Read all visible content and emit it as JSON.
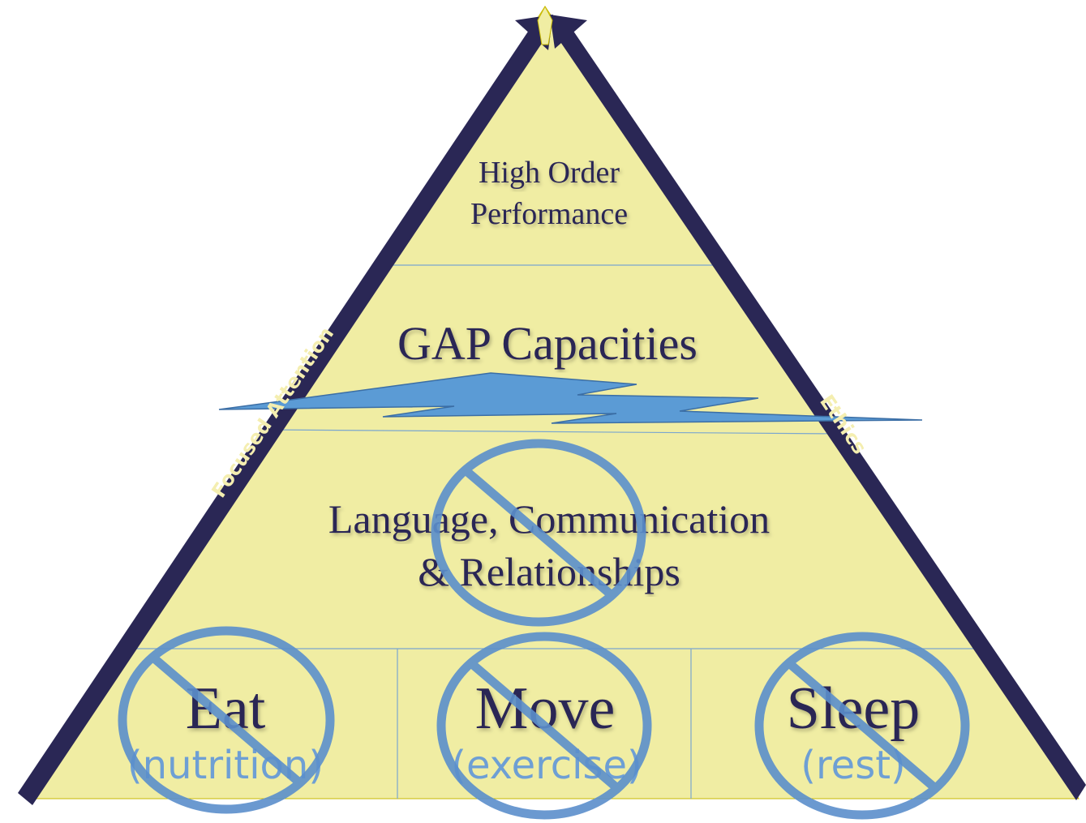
{
  "pyramid": {
    "top": [
      "High Order",
      "Performance"
    ],
    "gap": "GAP Capacities",
    "language": [
      "Language, Communication",
      "& Relationships"
    ],
    "base": [
      {
        "main": "Eat",
        "sub": "(nutrition)"
      },
      {
        "main": "Move",
        "sub": "(exercise)"
      },
      {
        "main": "Sleep",
        "sub": "(rest)"
      }
    ]
  },
  "side_labels": {
    "left": "Focused Attention",
    "right": "Ethics"
  },
  "colors": {
    "fill": "#f0eda3",
    "edge": "#2a2755",
    "lines": "#7aa6cf",
    "bolt": "#5b9bd5",
    "no_sign": "#5b8fcc",
    "text": "#2a2755",
    "sub_text": "#6e9fd4",
    "side_text": "#f4eeb0"
  }
}
